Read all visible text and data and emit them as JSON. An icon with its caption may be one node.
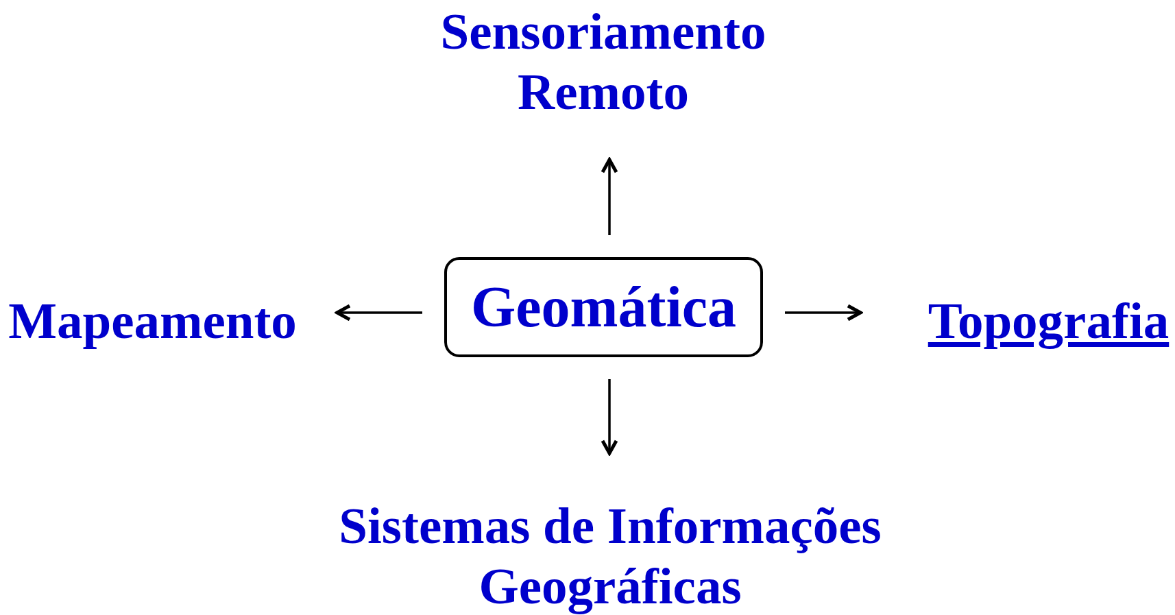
{
  "diagram": {
    "nodes": [
      {
        "text": [
          "Sensoriamento Remoto"
        ]
      },
      {
        "text": [
          "Mapeamento"
        ]
      },
      {
        "text": [
          "Geomática"
        ]
      },
      {
        "text": [
          "Topografia"
        ]
      },
      {
        "text": [
          "Sistemas de Informações Geográficas"
        ]
      }
    ],
    "edges": [
      {
        "from": 2,
        "to": 0,
        "arrow": "to"
      },
      {
        "from": 2,
        "to": 1,
        "arrow": "to"
      },
      {
        "from": 2,
        "to": 3,
        "arrow": "to"
      },
      {
        "from": 2,
        "to": 4,
        "arrow": "to"
      }
    ]
  }
}
